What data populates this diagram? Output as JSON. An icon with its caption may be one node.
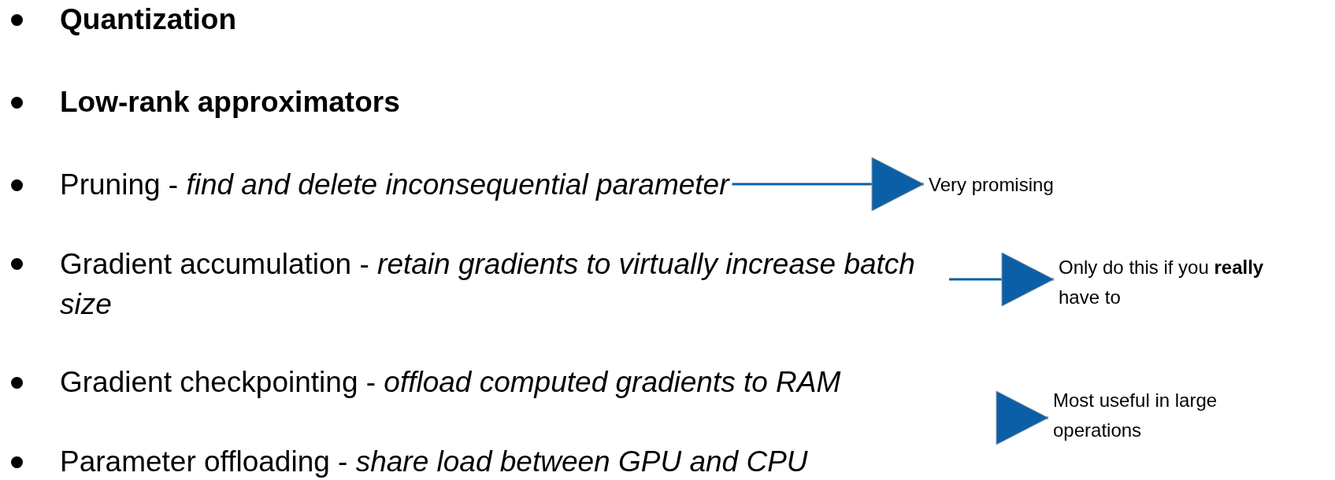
{
  "diagram": {
    "nodes": [
      {
        "text": [
          "Quantization"
        ]
      },
      {
        "text": [
          "Low-rank approximators"
        ]
      },
      {
        "text": [
          "Pruning - *find and delete inconsequential parameter*"
        ]
      },
      {
        "text": [
          "Gradient accumulation - *retain gradients to virtually increase batch size*"
        ]
      },
      {
        "text": [
          "Gradient checkpointing - *offload computed gradients to RAM*"
        ]
      },
      {
        "text": [
          "Parameter offloading - *share load between GPU and CPU*"
        ]
      },
      {
        "text": [
          "Very promising"
        ]
      },
      {
        "text": [
          "Only do this if you **really** have to"
        ]
      },
      {
        "text": [
          "Most useful in large operations"
        ]
      }
    ],
    "edges": [
      {
        "from": 2,
        "to": 6,
        "arrow": "to"
      },
      {
        "from": 3,
        "to": 7,
        "arrow": "to"
      },
      {
        "from": null,
        "to": 8,
        "arrow": "to"
      }
    ]
  }
}
